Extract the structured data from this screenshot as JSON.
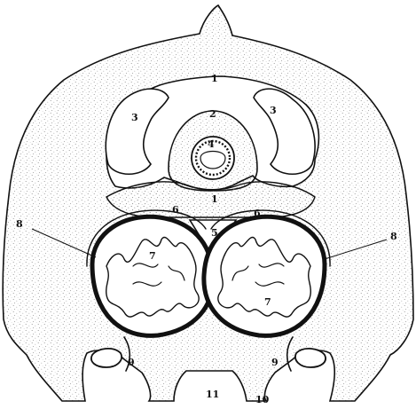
{
  "figure": {
    "labels": {
      "l1_top": "1",
      "l2": "2",
      "l3_left": "3",
      "l3_right": "3",
      "l4": "4",
      "l1_bottom": "1",
      "l6_left": "6",
      "l6_right": "6",
      "l5": "5",
      "l8_left": "8",
      "l8_right": "8",
      "l7_left": "7",
      "l7_right": "7",
      "l9_left": "9",
      "l9_right": "9",
      "l11": "11",
      "l10": "10"
    },
    "colors": {
      "ink": "#111111",
      "stipple": "#8a8a8a",
      "paper": "#ffffff"
    }
  }
}
